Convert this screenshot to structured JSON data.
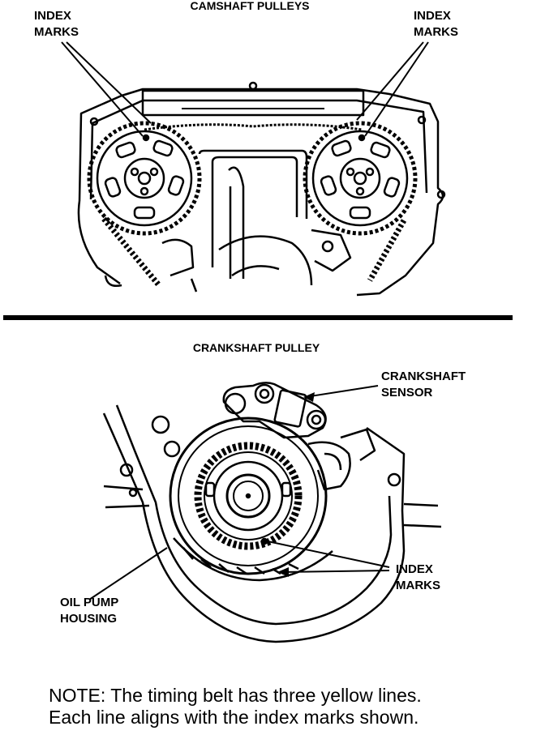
{
  "camshaft": {
    "title": "CAMSHAFT PULLEYS",
    "left_label_1": "INDEX",
    "left_label_2": "MARKS",
    "right_label_1": "INDEX",
    "right_label_2": "MARKS"
  },
  "crankshaft": {
    "title": "CRANKSHAFT PULLEY",
    "sensor_label_1": "CRANKSHAFT",
    "sensor_label_2": "SENSOR",
    "index_label_1": "INDEX",
    "index_label_2": "MARKS",
    "oil_label_1": "OIL PUMP",
    "oil_label_2": "HOUSING"
  },
  "note": {
    "line1": "NOTE: The timing belt has three yellow lines.",
    "line2": "Each line aligns with the index marks shown."
  }
}
